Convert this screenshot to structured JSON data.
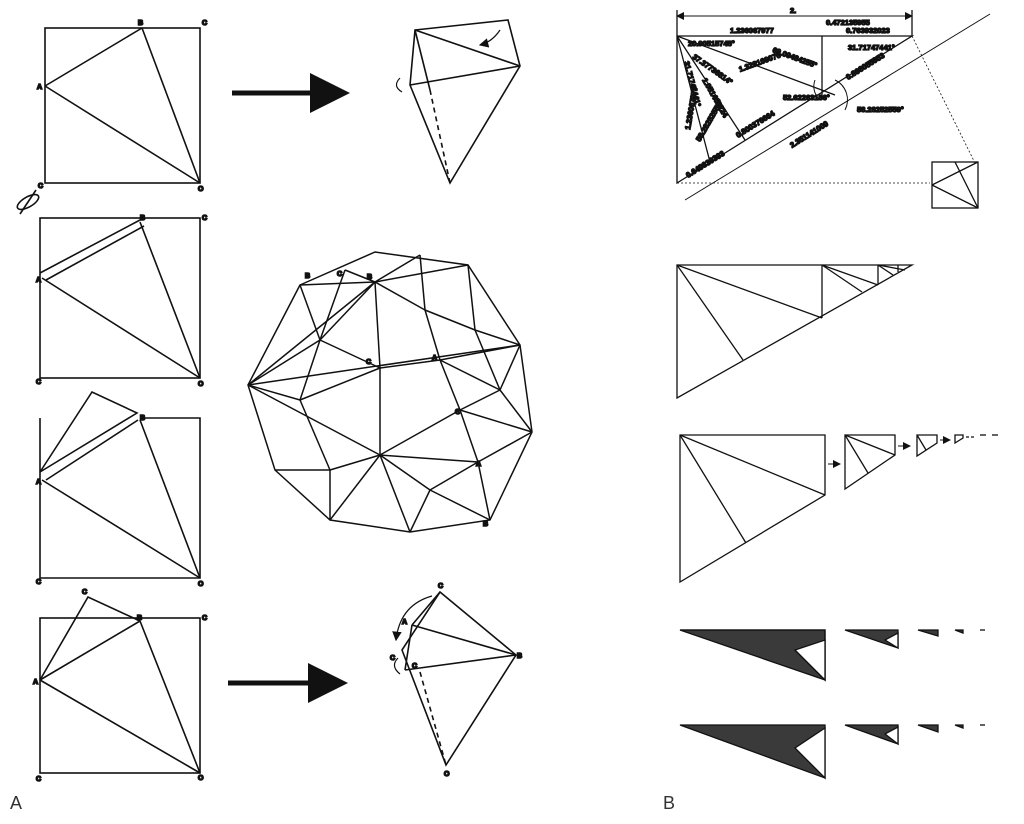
{
  "panels": {
    "a_label": "A",
    "b_label": "B"
  },
  "point_labels": {
    "A": "A",
    "B": "B",
    "C": "C",
    "O": "O"
  },
  "measurements": {
    "top_width": "2.",
    "top_segment_left": "1.236067977",
    "top_offset": "0.472135955",
    "top_segment_right": "0.763932023",
    "left_height": "1.236067977",
    "angle_a": "20.90515745°",
    "angle_b": "37.37736814°",
    "angle_c": "31.71747441°",
    "seg_1": "1.323169076",
    "seg_2": "1.051462224",
    "angle_d": "69.09484255°",
    "angle_e": "31.71747441°",
    "seg_3": "0.898055953",
    "angle_f": "52.62263186°",
    "angle_g": "58.28252559°",
    "angle_h": "58.28252559°",
    "seg_4": "0.800376664",
    "seg_5": "2.351141009",
    "seg_6": "0.649839393"
  }
}
